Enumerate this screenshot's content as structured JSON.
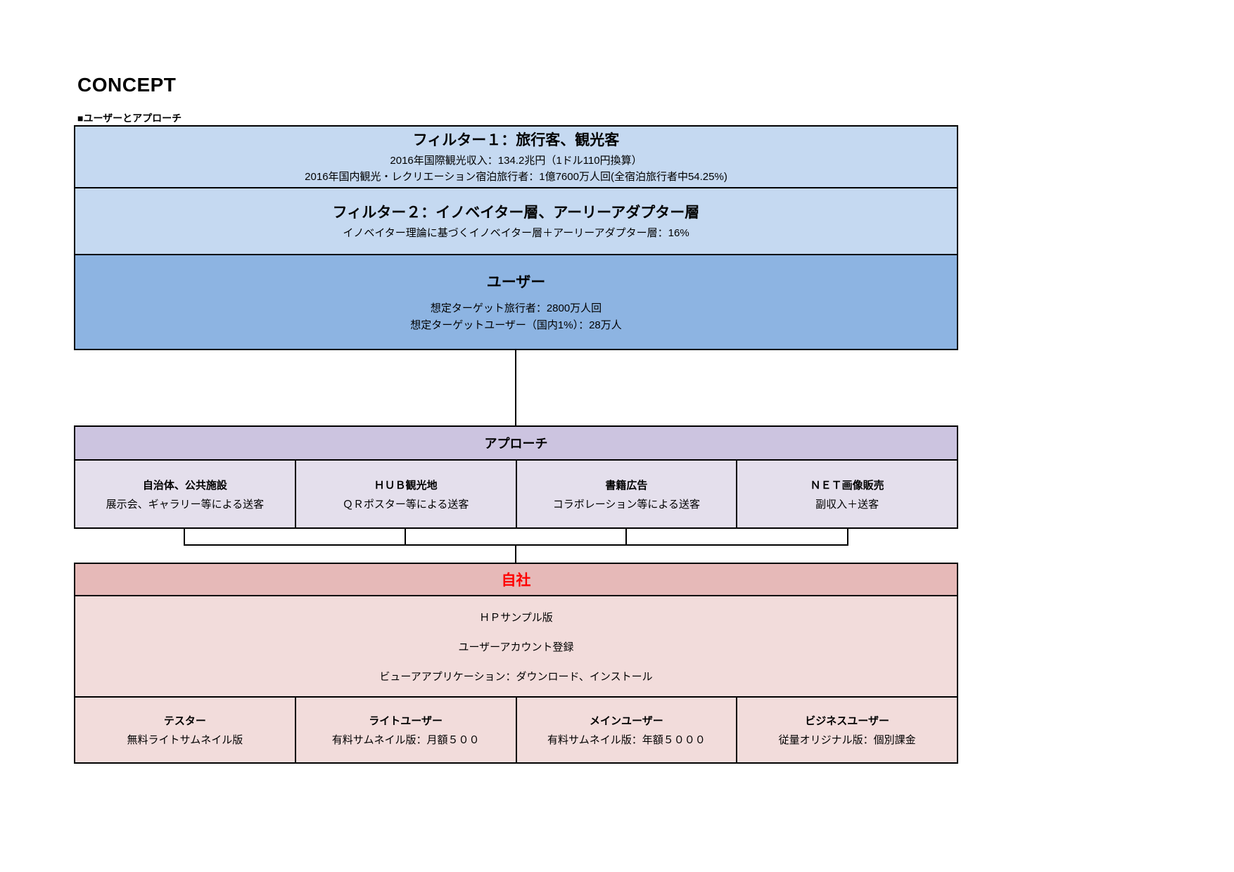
{
  "page": {
    "title": "CONCEPT",
    "section_label": "■ユーザーとアプローチ"
  },
  "funnel": {
    "filter1": {
      "title": "フィルター１：旅行客、観光客",
      "lines": [
        "2016年国際観光収入：134.2兆円（1ドル110円換算）",
        "2016年国内観光・レクリエーション宿泊旅行者：1億7600万人回(全宿泊旅行者中54.25%)"
      ]
    },
    "filter2": {
      "title": "フィルター２：イノベイター層、アーリーアダプター層",
      "lines": [
        "イノベイター理論に基づくイノベイター層＋アーリーアダプター層：16%"
      ]
    },
    "user": {
      "title": "ユーザー",
      "lines": [
        "想定ターゲット旅行者：2800万人回",
        "想定ターゲットユーザー（国内1%）：28万人"
      ]
    }
  },
  "approach": {
    "title": "アプローチ",
    "channels": [
      {
        "title": "自治体、公共施設",
        "subtitle": "展示会、ギャラリー等による送客"
      },
      {
        "title": "ＨＵＢ観光地",
        "subtitle": "ＱＲポスター等による送客"
      },
      {
        "title": "書籍広告",
        "subtitle": "コラボレーション等による送客"
      },
      {
        "title": "ＮＥＴ画像販売",
        "subtitle": "副収入＋送客"
      }
    ]
  },
  "company": {
    "title": "自社",
    "steps": [
      "ＨＰサンプル版",
      "ユーザーアカウント登録",
      "ビューアアプリケーション：ダウンロード、インストール"
    ],
    "plans": [
      {
        "title": "テスター",
        "subtitle": "無料ライトサムネイル版"
      },
      {
        "title": "ライトユーザー",
        "subtitle": "有料サムネイル版：月額５００"
      },
      {
        "title": "メインユーザー",
        "subtitle": "有料サムネイル版：年額５０００"
      },
      {
        "title": "ビジネスユーザー",
        "subtitle": "従量オリジナル版：個別課金"
      }
    ]
  },
  "colors": {
    "filter_fill": "#C5D9F1",
    "user_fill": "#8DB4E2",
    "approach_header_fill": "#CCC4E0",
    "approach_row_fill": "#E4DFEC",
    "company_header_fill": "#E6B9B8",
    "company_body_fill": "#F2DCDB",
    "company_title_color": "#FF0000",
    "border_color": "#000000"
  }
}
